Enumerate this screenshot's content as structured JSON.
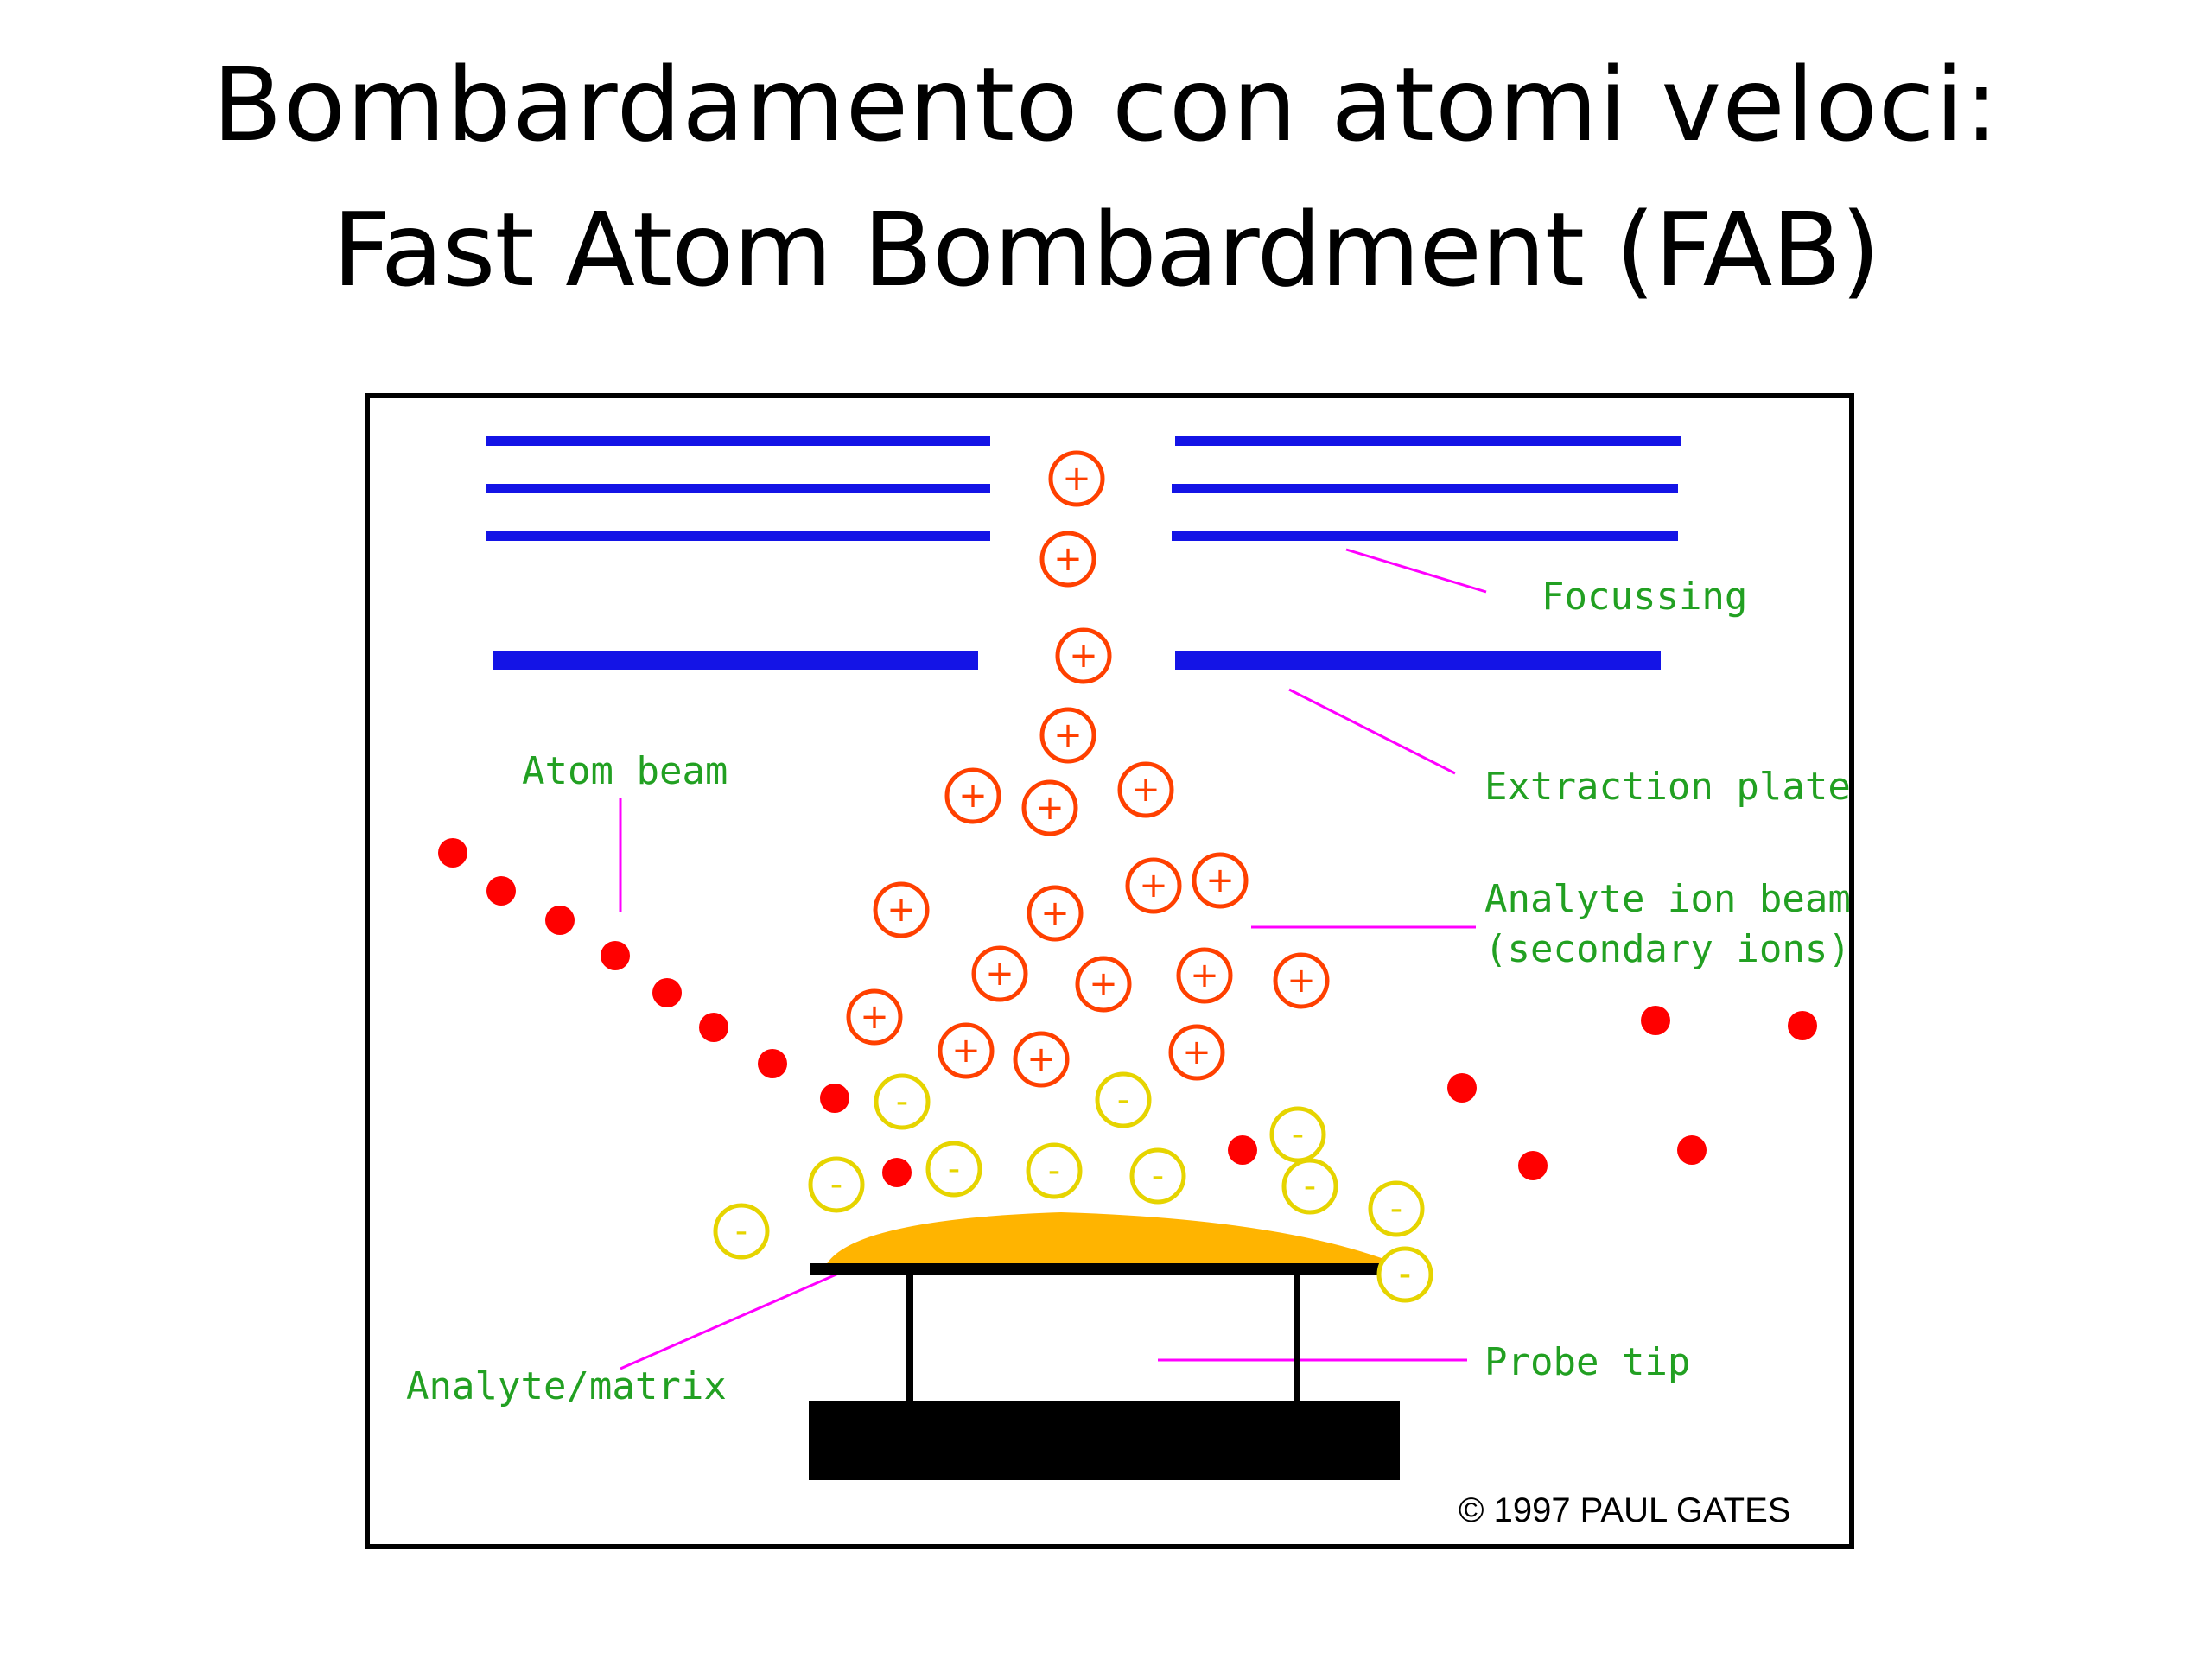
{
  "title": {
    "line1": "Bombardamento con atomi veloci:",
    "line2": "Fast Atom Bombardment (FAB)"
  },
  "diagram": {
    "labels": {
      "focussing": "Focussing",
      "extraction_plate": "Extraction plate",
      "atom_beam": "Atom beam",
      "analyte_ion_beam_line1": "Analyte ion beam",
      "analyte_ion_beam_line2": "(secondary ions)",
      "probe_tip": "Probe tip",
      "analyte_matrix": "Analyte/matrix"
    },
    "ion_symbols": {
      "positive": "+",
      "negative": "-"
    },
    "copyright": "© 1997 PAUL GATES",
    "colors": {
      "plates": "#1414e6",
      "label_text": "#22a022",
      "leader_lines": "#ff00ff",
      "positive_ion": "#ff4000",
      "negative_ion": "#e6d400",
      "atom": "#ff0000",
      "sample": "#ffb400",
      "probe": "#000000"
    }
  }
}
